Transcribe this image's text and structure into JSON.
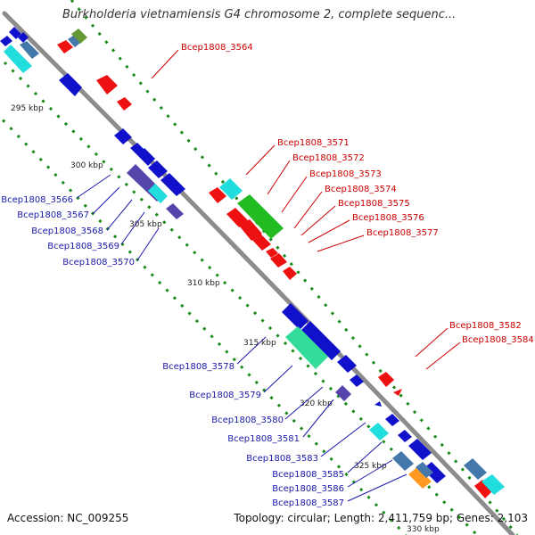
{
  "header": {
    "title": "Burkholderia vietnamiensis G4 chromosome 2, complete sequenc..."
  },
  "footer": {
    "accession": "Accession: NC_009255",
    "summary": "Topology: circular; Length: 2,411,759 bp; Genes: 2,103"
  },
  "scale_labels": [
    "295 kbp",
    "300 kbp",
    "305 kbp",
    "310 kbp",
    "315 kbp",
    "320 kbp",
    "325 kbp",
    "330 kbp"
  ],
  "forward_gene_labels": [
    "Bcep1808_3564",
    "Bcep1808_3571",
    "Bcep1808_3572",
    "Bcep1808_3573",
    "Bcep1808_3574",
    "Bcep1808_3575",
    "Bcep1808_3576",
    "Bcep1808_3577",
    "Bcep1808_3582",
    "Bcep1808_3584"
  ],
  "reverse_gene_labels": [
    "Bcep1808_3566",
    "Bcep1808_3567",
    "Bcep1808_3568",
    "Bcep1808_3569",
    "Bcep1808_3570",
    "Bcep1808_3578",
    "Bcep1808_3579",
    "Bcep1808_3580",
    "Bcep1808_3581",
    "Bcep1808_3583",
    "Bcep1808_3585",
    "Bcep1808_3586",
    "Bcep1808_3587"
  ],
  "colors": {
    "backbone": "#8c8c8c",
    "forward_label": "#cc0000",
    "reverse_label": "#1a1aaa",
    "forward_gene": "#ee1111",
    "reverse_gene": "#1111cc",
    "cyan_feature": "#22dddd",
    "green_feature": "#22bb22",
    "seafoam_feature": "#33dd99",
    "slate_feature": "#4477aa",
    "purple_feature": "#5544aa",
    "orange_feature": "#ff9922",
    "olive_feature": "#669933",
    "tick_dots": "#1a8a1a"
  }
}
